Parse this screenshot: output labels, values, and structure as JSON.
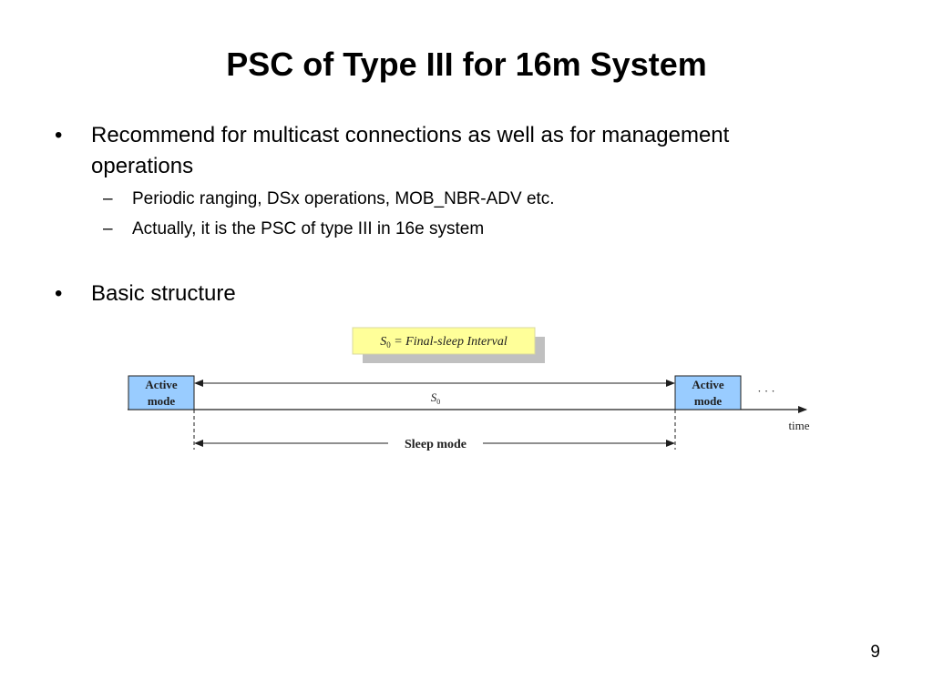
{
  "slide": {
    "title": "PSC of Type III for 16m System",
    "page_number": "9",
    "bullets": [
      {
        "marker": "•",
        "line1": "Recommend for multicast connections as well as for management",
        "line2": "operations",
        "subitems": [
          {
            "marker": "–",
            "text": "Periodic ranging, DSx operations, MOB_NBR-ADV etc."
          },
          {
            "marker": "–",
            "text": "Actually, it is the PSC of type III in 16e system"
          }
        ]
      },
      {
        "marker": "•",
        "line1": "Basic structure"
      }
    ]
  },
  "diagram": {
    "callout": {
      "symbol": "S",
      "subscript": "0",
      "rest": " = Final-sleep Interval"
    },
    "active_left": {
      "line1": "Active",
      "line2": "mode"
    },
    "active_right": {
      "line1": "Active",
      "line2": "mode"
    },
    "interval_symbol": "S",
    "interval_subscript": "0",
    "ellipsis": "· · ·",
    "time_label": "time",
    "sleep_label": "Sleep mode",
    "colors": {
      "active_box_fill": "#99ccff",
      "callout_fill": "#ffff99",
      "callout_shadow": "#c0c0c0",
      "text": "#1f1f1f"
    }
  }
}
